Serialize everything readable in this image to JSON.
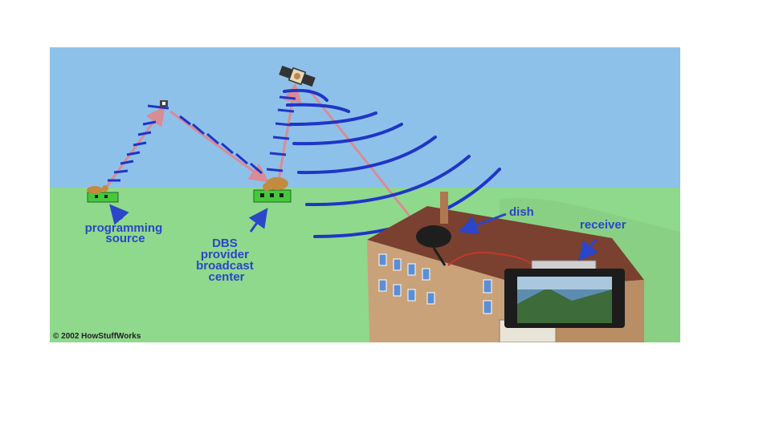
{
  "diagram": {
    "labels": {
      "programming_source": [
        "programming",
        "source"
      ],
      "dbs_center": [
        "DBS",
        "provider",
        "broadcast",
        "center"
      ],
      "dish": "dish",
      "receiver": "receiver"
    },
    "copyright": "© 2002 HowStuffWorks"
  },
  "colors": {
    "sky": "#8ec1ea",
    "ground": "#8fd98c",
    "label_blue": "#2b46c8",
    "beam": "#d98b96",
    "wave": "#1f35c9",
    "wall": "#c9a27a",
    "roof": "#7a4030"
  }
}
